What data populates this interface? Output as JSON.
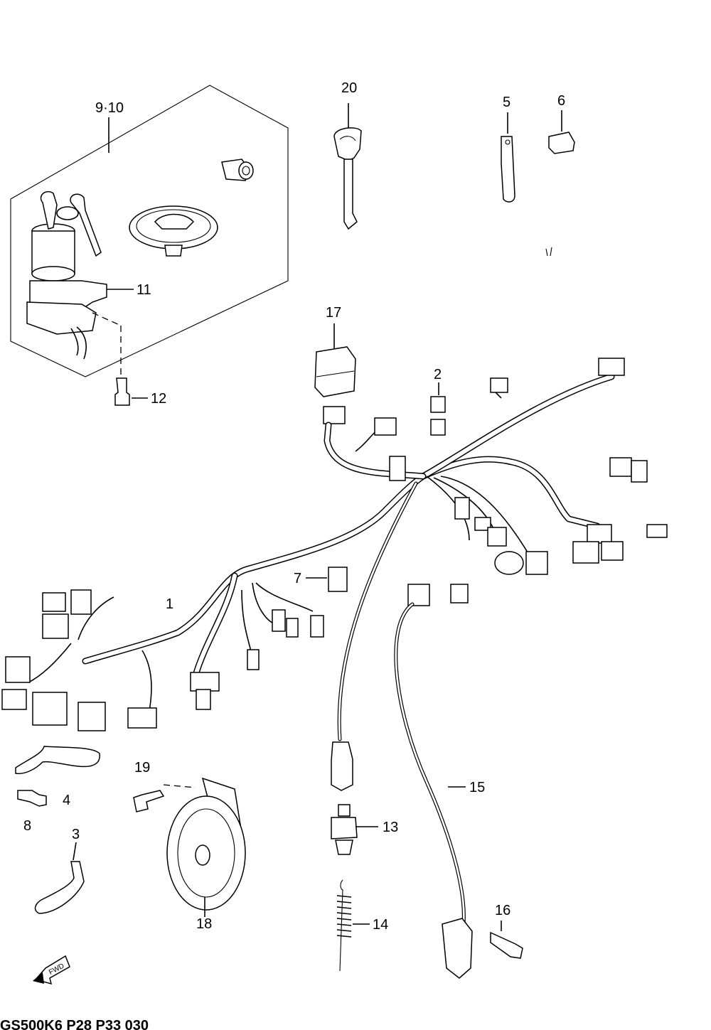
{
  "callouts": {
    "c1": "1",
    "c2": "2",
    "c3": "3",
    "c4": "4",
    "c5": "5",
    "c6": "6",
    "c7": "7",
    "c8": "8",
    "c9_10": "9·10",
    "c11": "11",
    "c12": "12",
    "c13": "13",
    "c14": "14",
    "c15": "15",
    "c16": "16",
    "c17": "17",
    "c18": "18",
    "c19": "19",
    "c20": "20"
  },
  "direction_badge": "FWD",
  "footer_code": "GS500K6 P28 P33 030",
  "icons": [
    "fwd-arrow-icon"
  ]
}
